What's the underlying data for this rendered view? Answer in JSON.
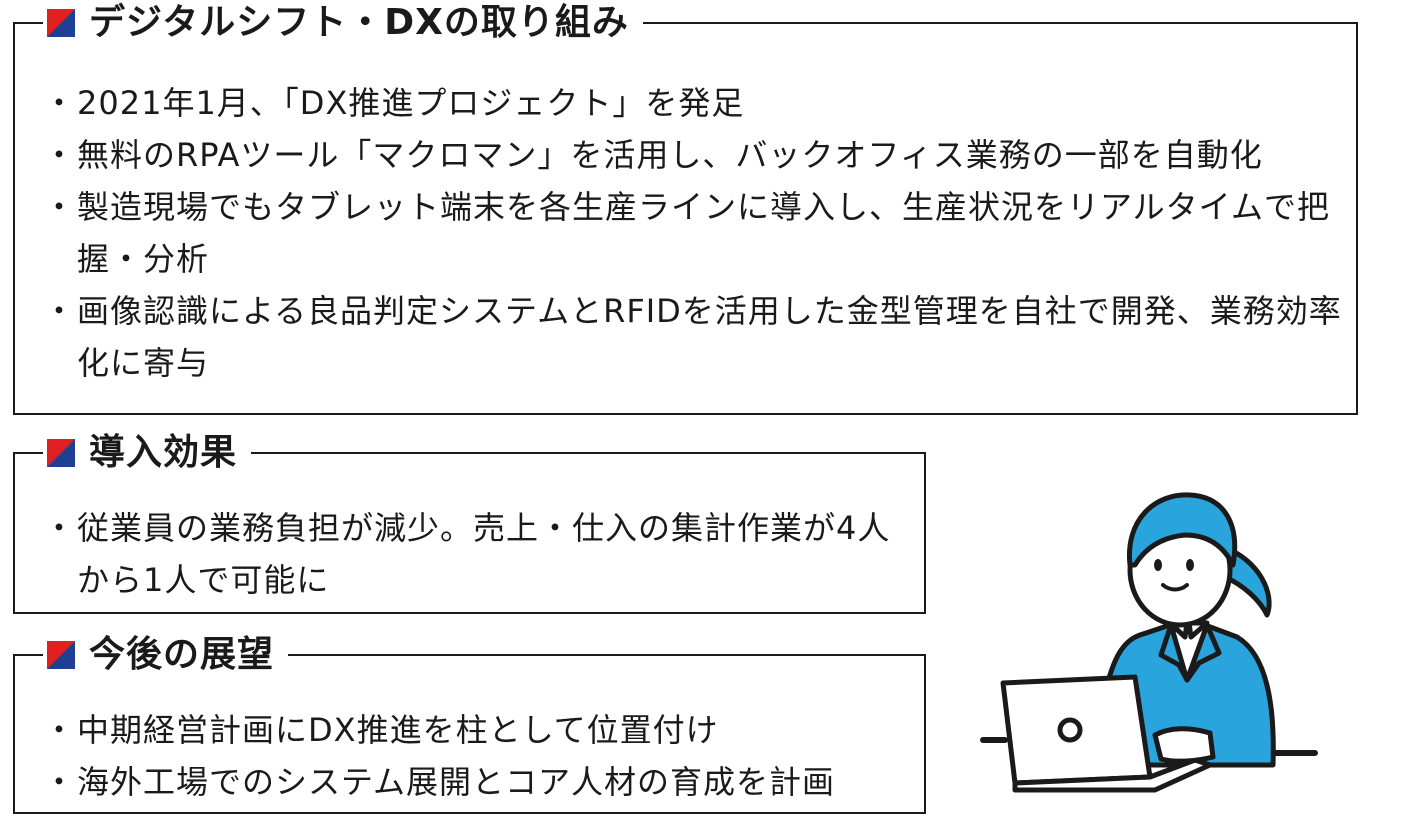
{
  "sections": [
    {
      "title": "デジタルシフト・DXの取り組み",
      "items": [
        "2021年1月、「DX推進プロジェクト」を発足",
        "無料のRPAツール「マクロマン」を活用し、バックオフィス業務の一部を自動化",
        "製造現場でもタブレット端末を各生産ラインに導入し、生産状況をリアルタイムで把握・分析",
        "画像認識による良品判定システムとRFIDを活用した金型管理を自社で開発、業務効率化に寄与"
      ]
    },
    {
      "title": "導入効果",
      "items": [
        "従業員の業務負担が減少。売上・仕入の集計作業が4人から1人で可能に"
      ]
    },
    {
      "title": "今後の展望",
      "items": [
        "中期経営計画にDX推進を柱として位置付け",
        "海外工場でのシステム展開とコア人材の育成を計画"
      ]
    }
  ],
  "colors": {
    "mark_red": "#e02020",
    "mark_blue": "#1f3f94",
    "suit_blue": "#2aa4dc",
    "border": "#1a1a1a"
  },
  "illustration": {
    "icon": "woman-using-laptop-icon"
  }
}
